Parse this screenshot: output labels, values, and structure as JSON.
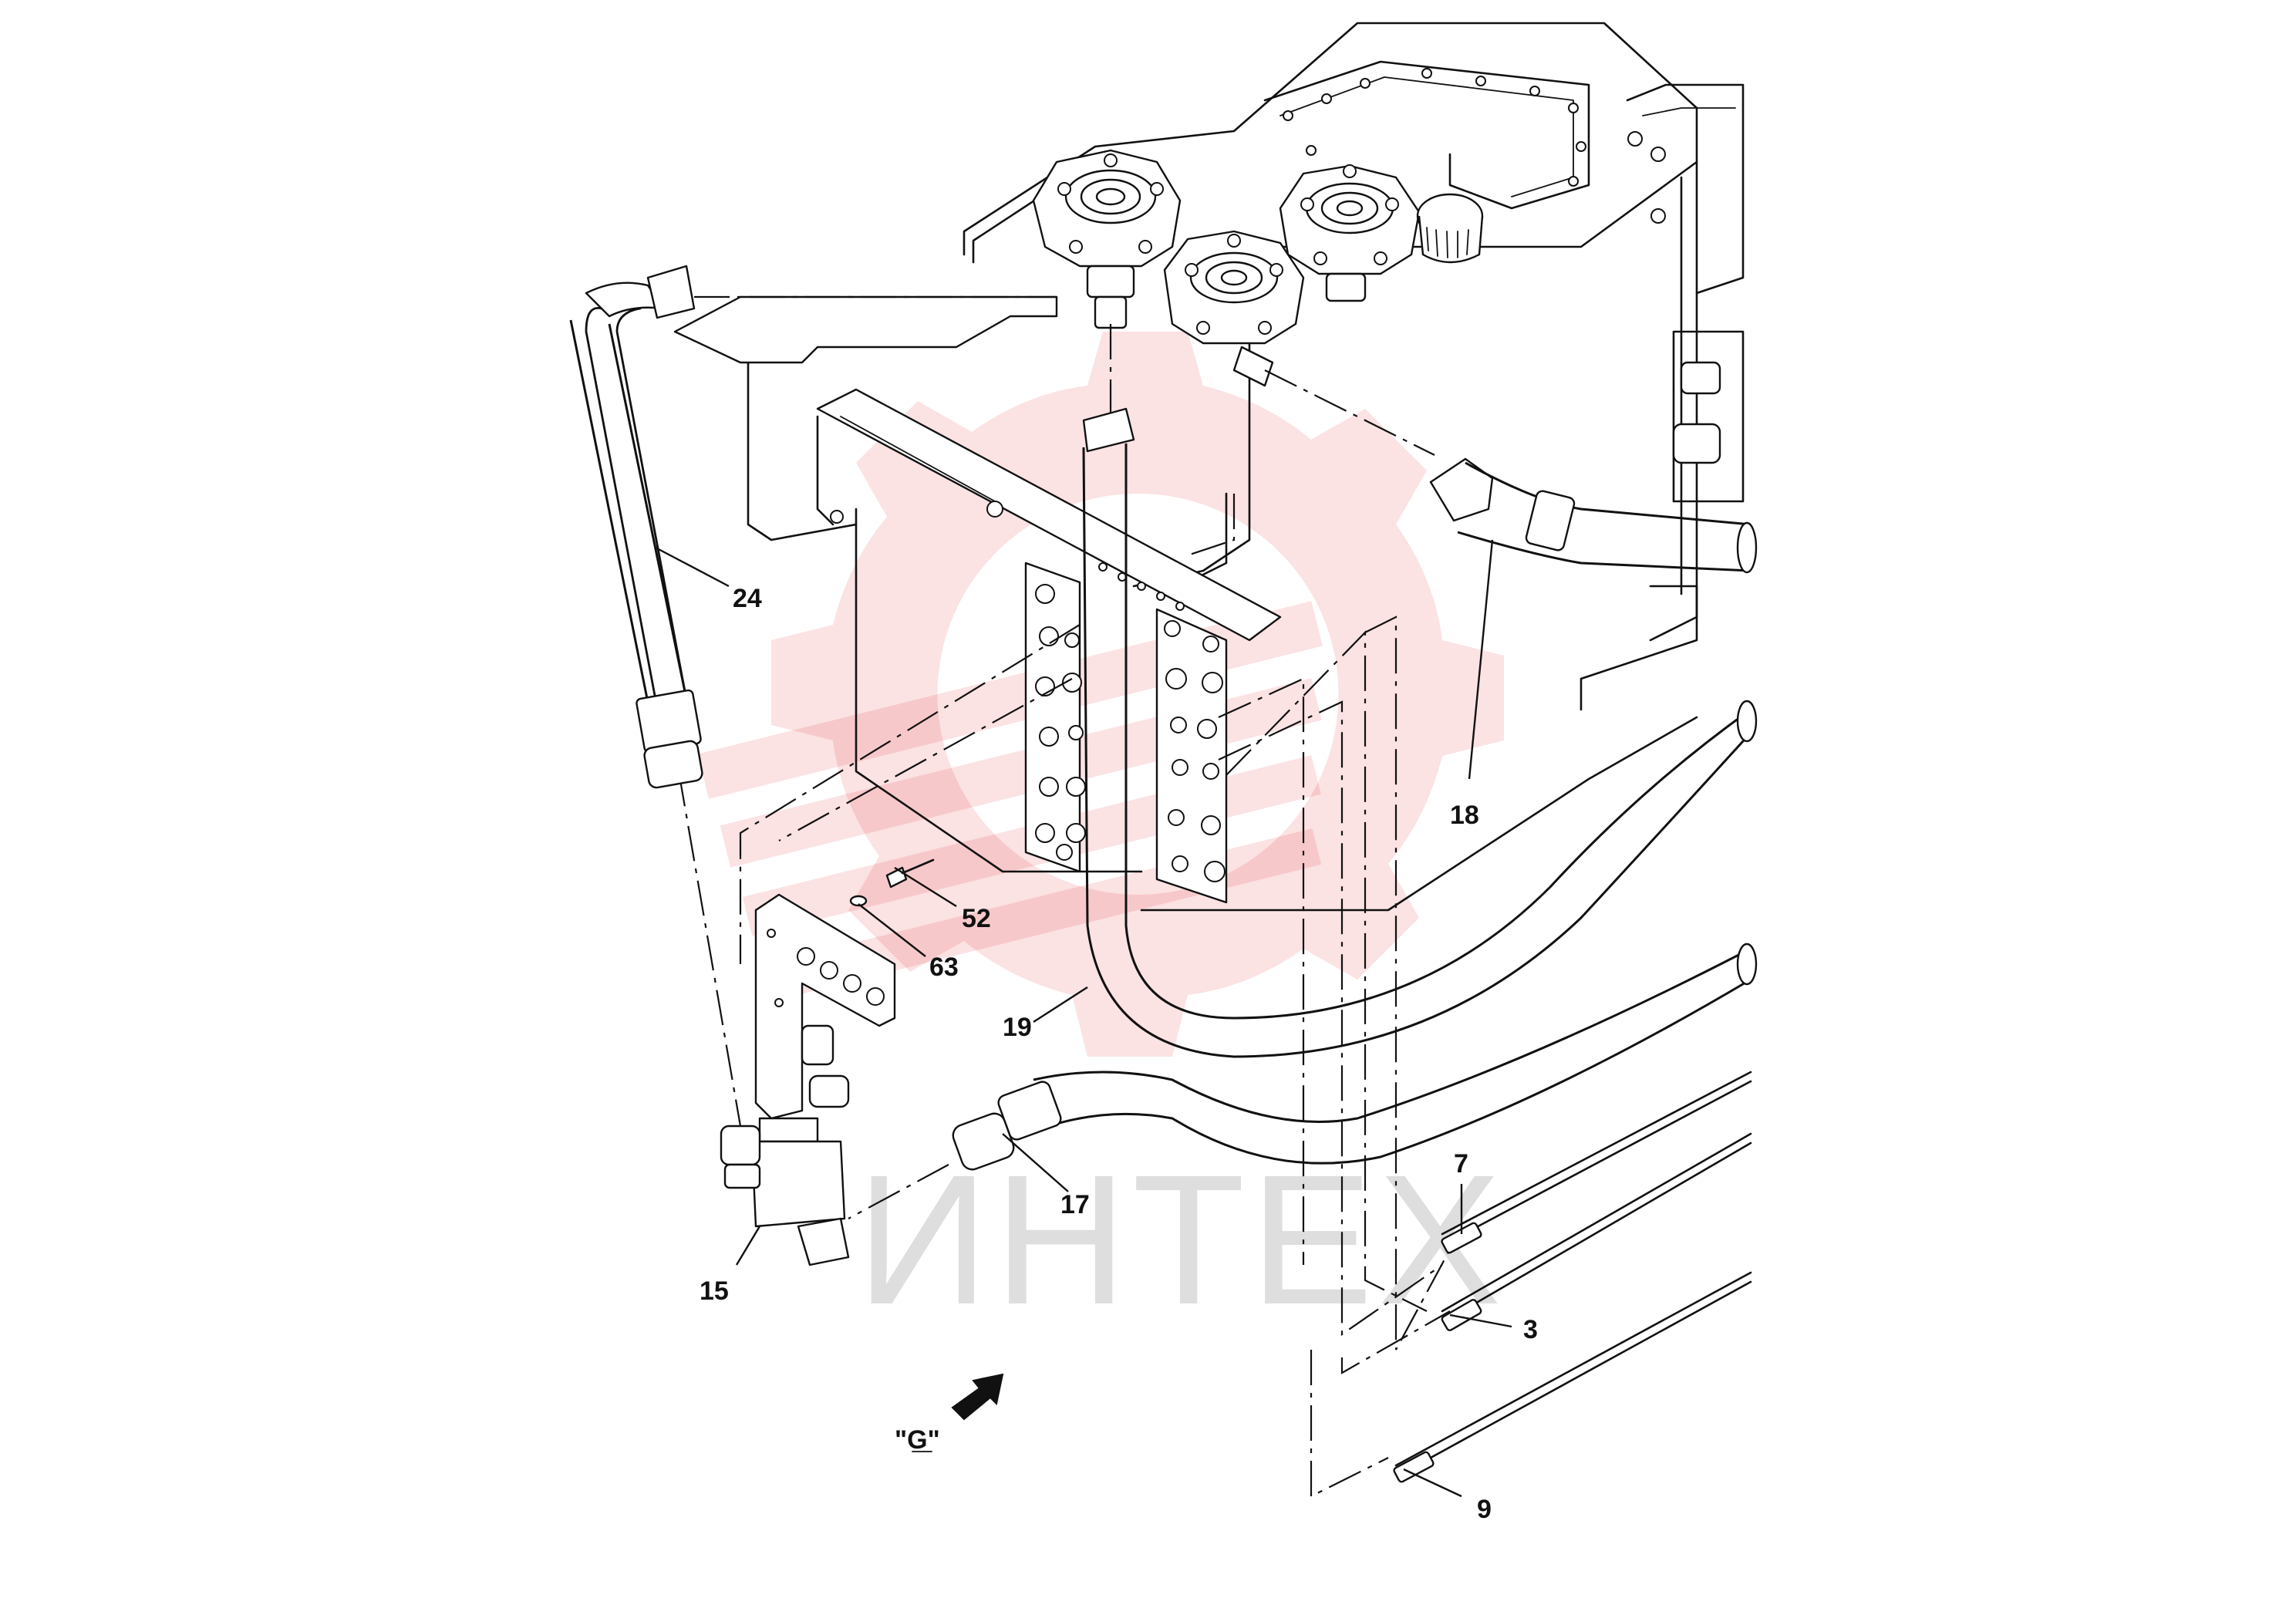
{
  "diagram": {
    "callouts": [
      {
        "id": "c24",
        "label": "24"
      },
      {
        "id": "c18",
        "label": "18"
      },
      {
        "id": "c52",
        "label": "52"
      },
      {
        "id": "c63",
        "label": "63"
      },
      {
        "id": "c19",
        "label": "19"
      },
      {
        "id": "c7",
        "label": "7"
      },
      {
        "id": "c17",
        "label": "17"
      },
      {
        "id": "c15",
        "label": "15"
      },
      {
        "id": "c3",
        "label": "3"
      },
      {
        "id": "c9",
        "label": "9"
      }
    ],
    "view_label": "\"G\"",
    "watermark_text": "ИНТЕХ"
  },
  "colors": {
    "line": "#111111",
    "watermark_logo": "#e31e24",
    "watermark_text": "#9a9a9a",
    "background": "#ffffff"
  },
  "icons": [
    "view-direction-arrow-icon",
    "intech-gear-logo-watermark"
  ]
}
